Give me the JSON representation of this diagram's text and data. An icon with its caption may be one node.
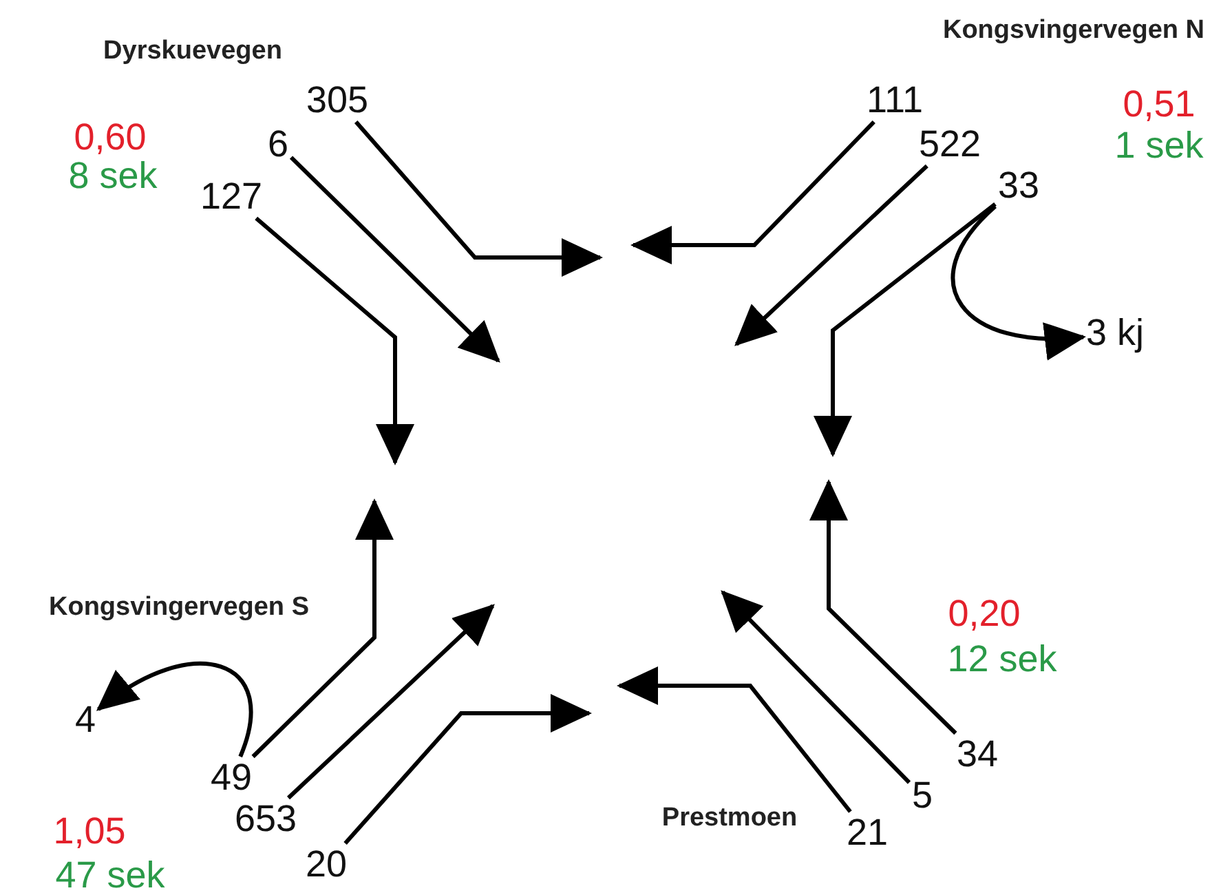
{
  "diagram": {
    "nodes": [
      {
        "text": [
          "305"
        ]
      },
      {
        "text": [
          "6"
        ]
      },
      {
        "text": [
          "127"
        ]
      },
      {
        "text": [
          "111"
        ]
      },
      {
        "text": [
          "522"
        ]
      },
      {
        "text": [
          "33"
        ]
      },
      {
        "text": [
          "3 kj"
        ]
      },
      {
        "text": [
          "4"
        ]
      },
      {
        "text": [
          "49"
        ]
      },
      {
        "text": [
          "653"
        ]
      },
      {
        "text": [
          "20"
        ]
      },
      {
        "text": [
          "34"
        ]
      },
      {
        "text": [
          "5"
        ]
      },
      {
        "text": [
          "21"
        ]
      }
    ],
    "edges": [
      {
        "from": 0,
        "to": null,
        "arrow": "to"
      },
      {
        "from": 1,
        "to": null,
        "arrow": "to"
      },
      {
        "from": 2,
        "to": null,
        "arrow": "to"
      },
      {
        "from": 3,
        "to": null,
        "arrow": "to"
      },
      {
        "from": 4,
        "to": null,
        "arrow": "to"
      },
      {
        "from": 5,
        "to": null,
        "arrow": "to"
      },
      {
        "from": 5,
        "to": 6,
        "arrow": "to"
      },
      {
        "from": 8,
        "to": null,
        "arrow": "to"
      },
      {
        "from": 8,
        "to": 7,
        "arrow": "to"
      },
      {
        "from": 9,
        "to": null,
        "arrow": "to"
      },
      {
        "from": 10,
        "to": null,
        "arrow": "to"
      },
      {
        "from": 11,
        "to": null,
        "arrow": "to"
      },
      {
        "from": 12,
        "to": null,
        "arrow": "to"
      },
      {
        "from": 13,
        "to": null,
        "arrow": "to"
      }
    ],
    "labels": [
      "Dyrskuevegen",
      "0,60",
      "8 sek",
      "Kongsvingervegen N",
      "0,51",
      "1 sek",
      "Kongsvingervegen S",
      "0,20",
      "12 sek",
      "1,05",
      "47 sek",
      "Prestmoen"
    ]
  }
}
